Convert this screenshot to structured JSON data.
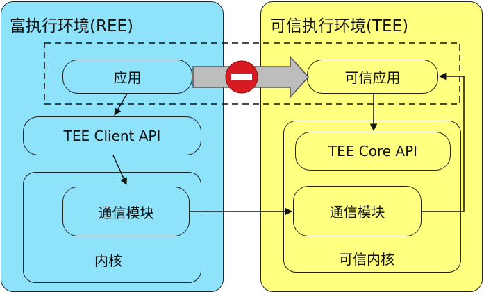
{
  "ree": {
    "title": "富执行环境(REE)",
    "app": "应用",
    "client_api": "TEE Client API",
    "comm_module": "通信模块",
    "kernel": "内核"
  },
  "tee": {
    "title": "可信执行环境(TEE)",
    "trusted_app": "可信应用",
    "core_api": "TEE Core API",
    "comm_module": "通信模块",
    "trusted_kernel": "可信内核"
  },
  "icons": {
    "blocked": "no-entry-icon"
  },
  "colors": {
    "ree_background": "#8EE3FA",
    "tee_background": "#FFFF80",
    "blocked_red": "#D81B22",
    "arrow_gray": "#BDBDBD"
  }
}
